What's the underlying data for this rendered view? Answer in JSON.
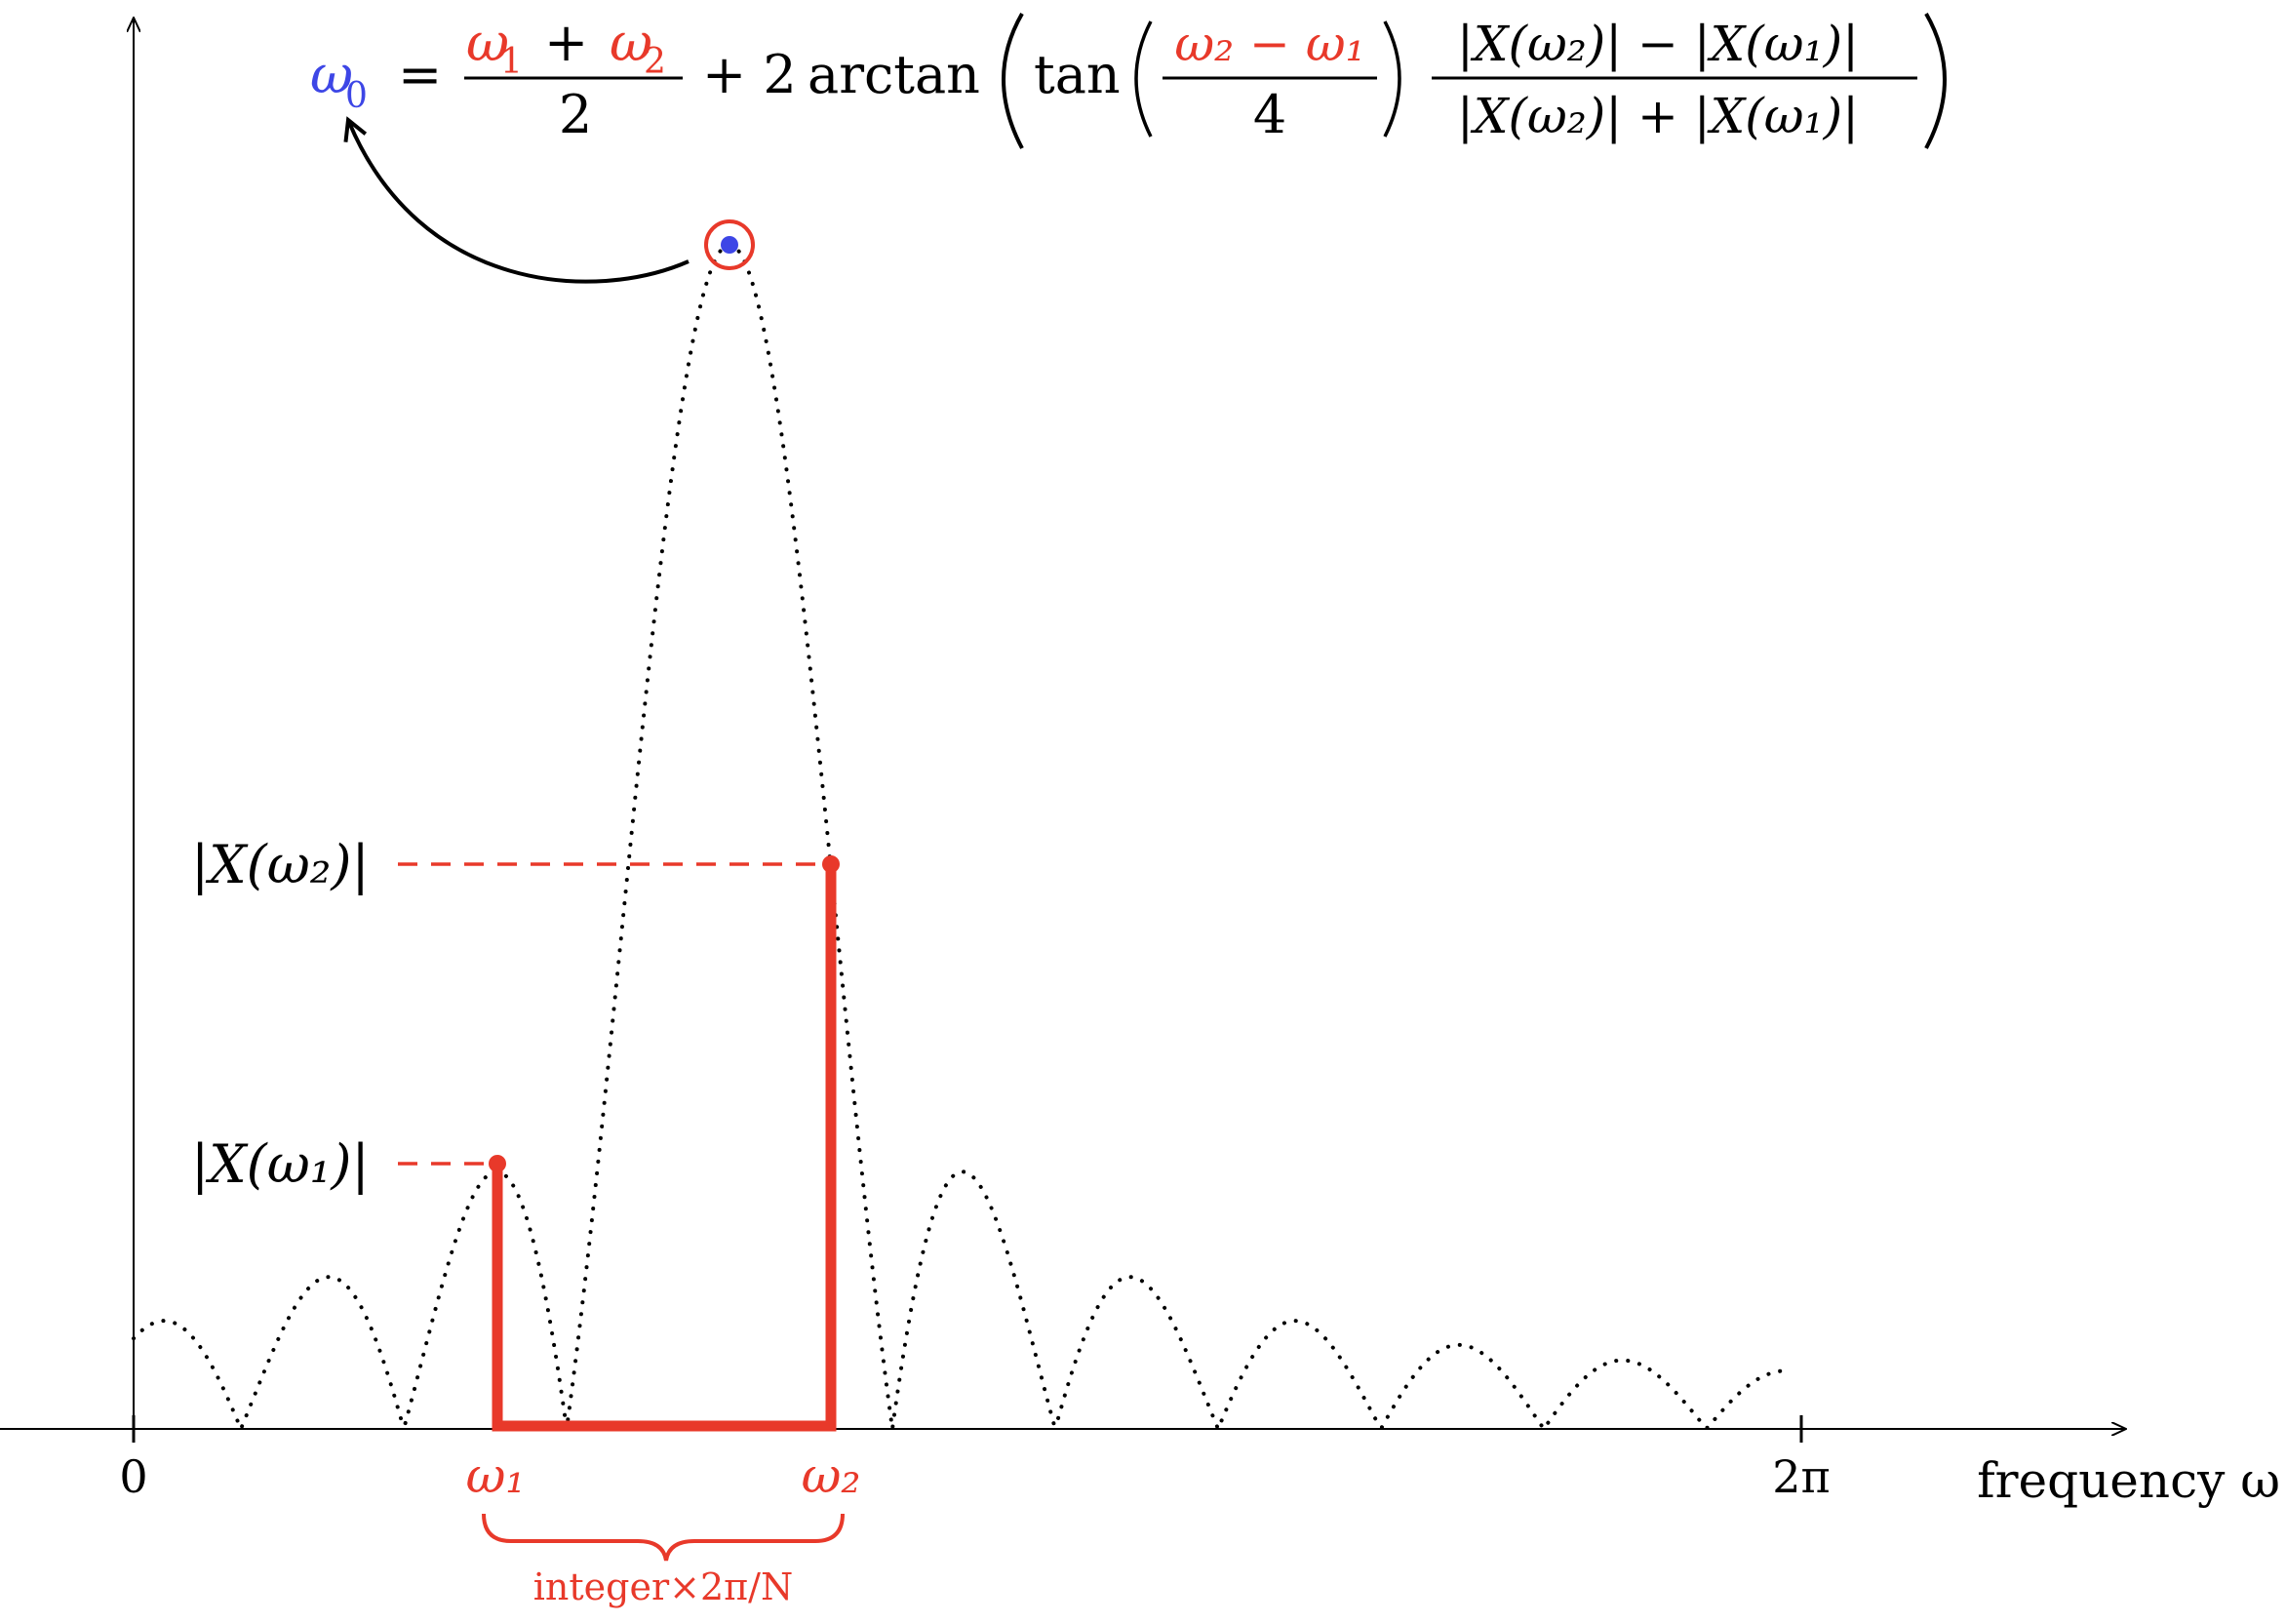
{
  "colors": {
    "axis": "#000000",
    "accent_red": "#e8392a",
    "peak_blue": "#3d46e6",
    "curve": "#000000"
  },
  "axes": {
    "x_label": "frequency ω",
    "x_ticks": [
      {
        "value": 0,
        "label": "0"
      },
      {
        "value": 6.283,
        "label": "2π"
      }
    ]
  },
  "formula": {
    "lhs": "ω",
    "lhs_sub": "0",
    "eq": "=",
    "frac1_num_a": "ω",
    "frac1_num_a_sub": "1",
    "frac1_num_plus": "+",
    "frac1_num_b": "ω",
    "frac1_num_b_sub": "2",
    "frac1_den": "2",
    "plus_2": "+ 2",
    "arctan": "arctan",
    "tan": "tan",
    "frac2_num": "ω₂ − ω₁",
    "frac2_den": "4",
    "frac3_num": "|X(ω₂)| − |X(ω₁)|",
    "frac3_den": "|X(ω₂)| + |X(ω₁)|"
  },
  "labels": {
    "mag_w2": "|X(ω₂)|",
    "mag_w1": "|X(ω₁)|",
    "omega1": "ω₁",
    "omega2": "ω₂",
    "brace_caption": "integer×2π/N"
  },
  "markers": {
    "omega1": {
      "freq": 1.38,
      "magnitude": 0.226
    },
    "omega2": {
      "freq": 2.64,
      "magnitude": 0.464
    },
    "omega0": {
      "freq": 2.23,
      "magnitude": 1.0
    }
  }
}
